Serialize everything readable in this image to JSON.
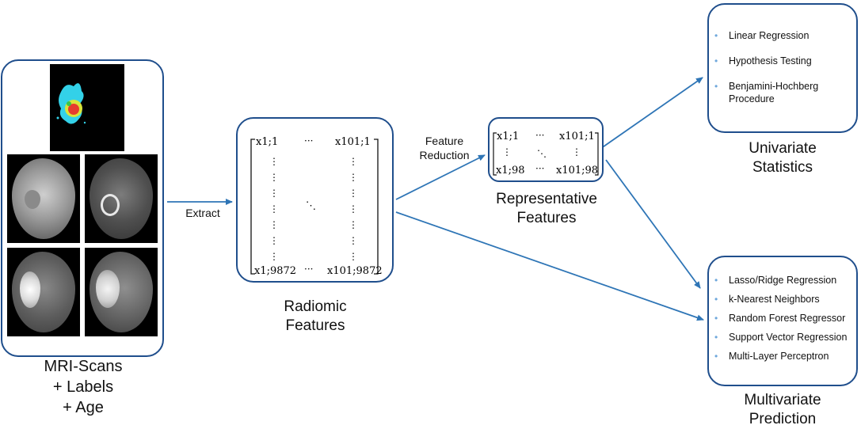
{
  "mri": {
    "caption_lines": [
      "MRI-Scans",
      "+ Labels",
      "+ Age"
    ]
  },
  "radiomic": {
    "caption_lines": [
      "Radiomic",
      "Features"
    ],
    "matrix": {
      "top_left": "x1;1",
      "top_right": "x101;1",
      "bottom_left": "x1;9872",
      "bottom_right": "x101;9872",
      "hdots": "···",
      "vdots": "⋮",
      "ddots": "⋱"
    }
  },
  "representative": {
    "caption_lines": [
      "Representative",
      "Features"
    ],
    "matrix": {
      "top_left": "x1;1",
      "top_right": "x101;1",
      "bottom_left": "x1;98",
      "bottom_right": "x101;98",
      "hdots": "···",
      "vdots": "⋮",
      "ddots": "⋱"
    }
  },
  "arrows": {
    "extract_label": "Extract",
    "reduction_label_lines": [
      "Feature",
      "Reduction"
    ]
  },
  "univariate": {
    "caption_lines": [
      "Univariate",
      "Statistics"
    ],
    "items": [
      "Linear Regression",
      "Hypothesis Testing",
      "Benjamini-Hochberg Procedure"
    ]
  },
  "multivariate": {
    "caption_lines": [
      "Multivariate",
      "Prediction"
    ],
    "items": [
      "Lasso/Ridge Regression",
      "k-Nearest Neighbors",
      "Random Forest Regressor",
      "Support Vector Regression",
      "Multi-Layer Perceptron"
    ]
  },
  "colors": {
    "border": "#1f4e8c",
    "arrow": "#2e75b6",
    "bullet": "#6fa8dc"
  }
}
